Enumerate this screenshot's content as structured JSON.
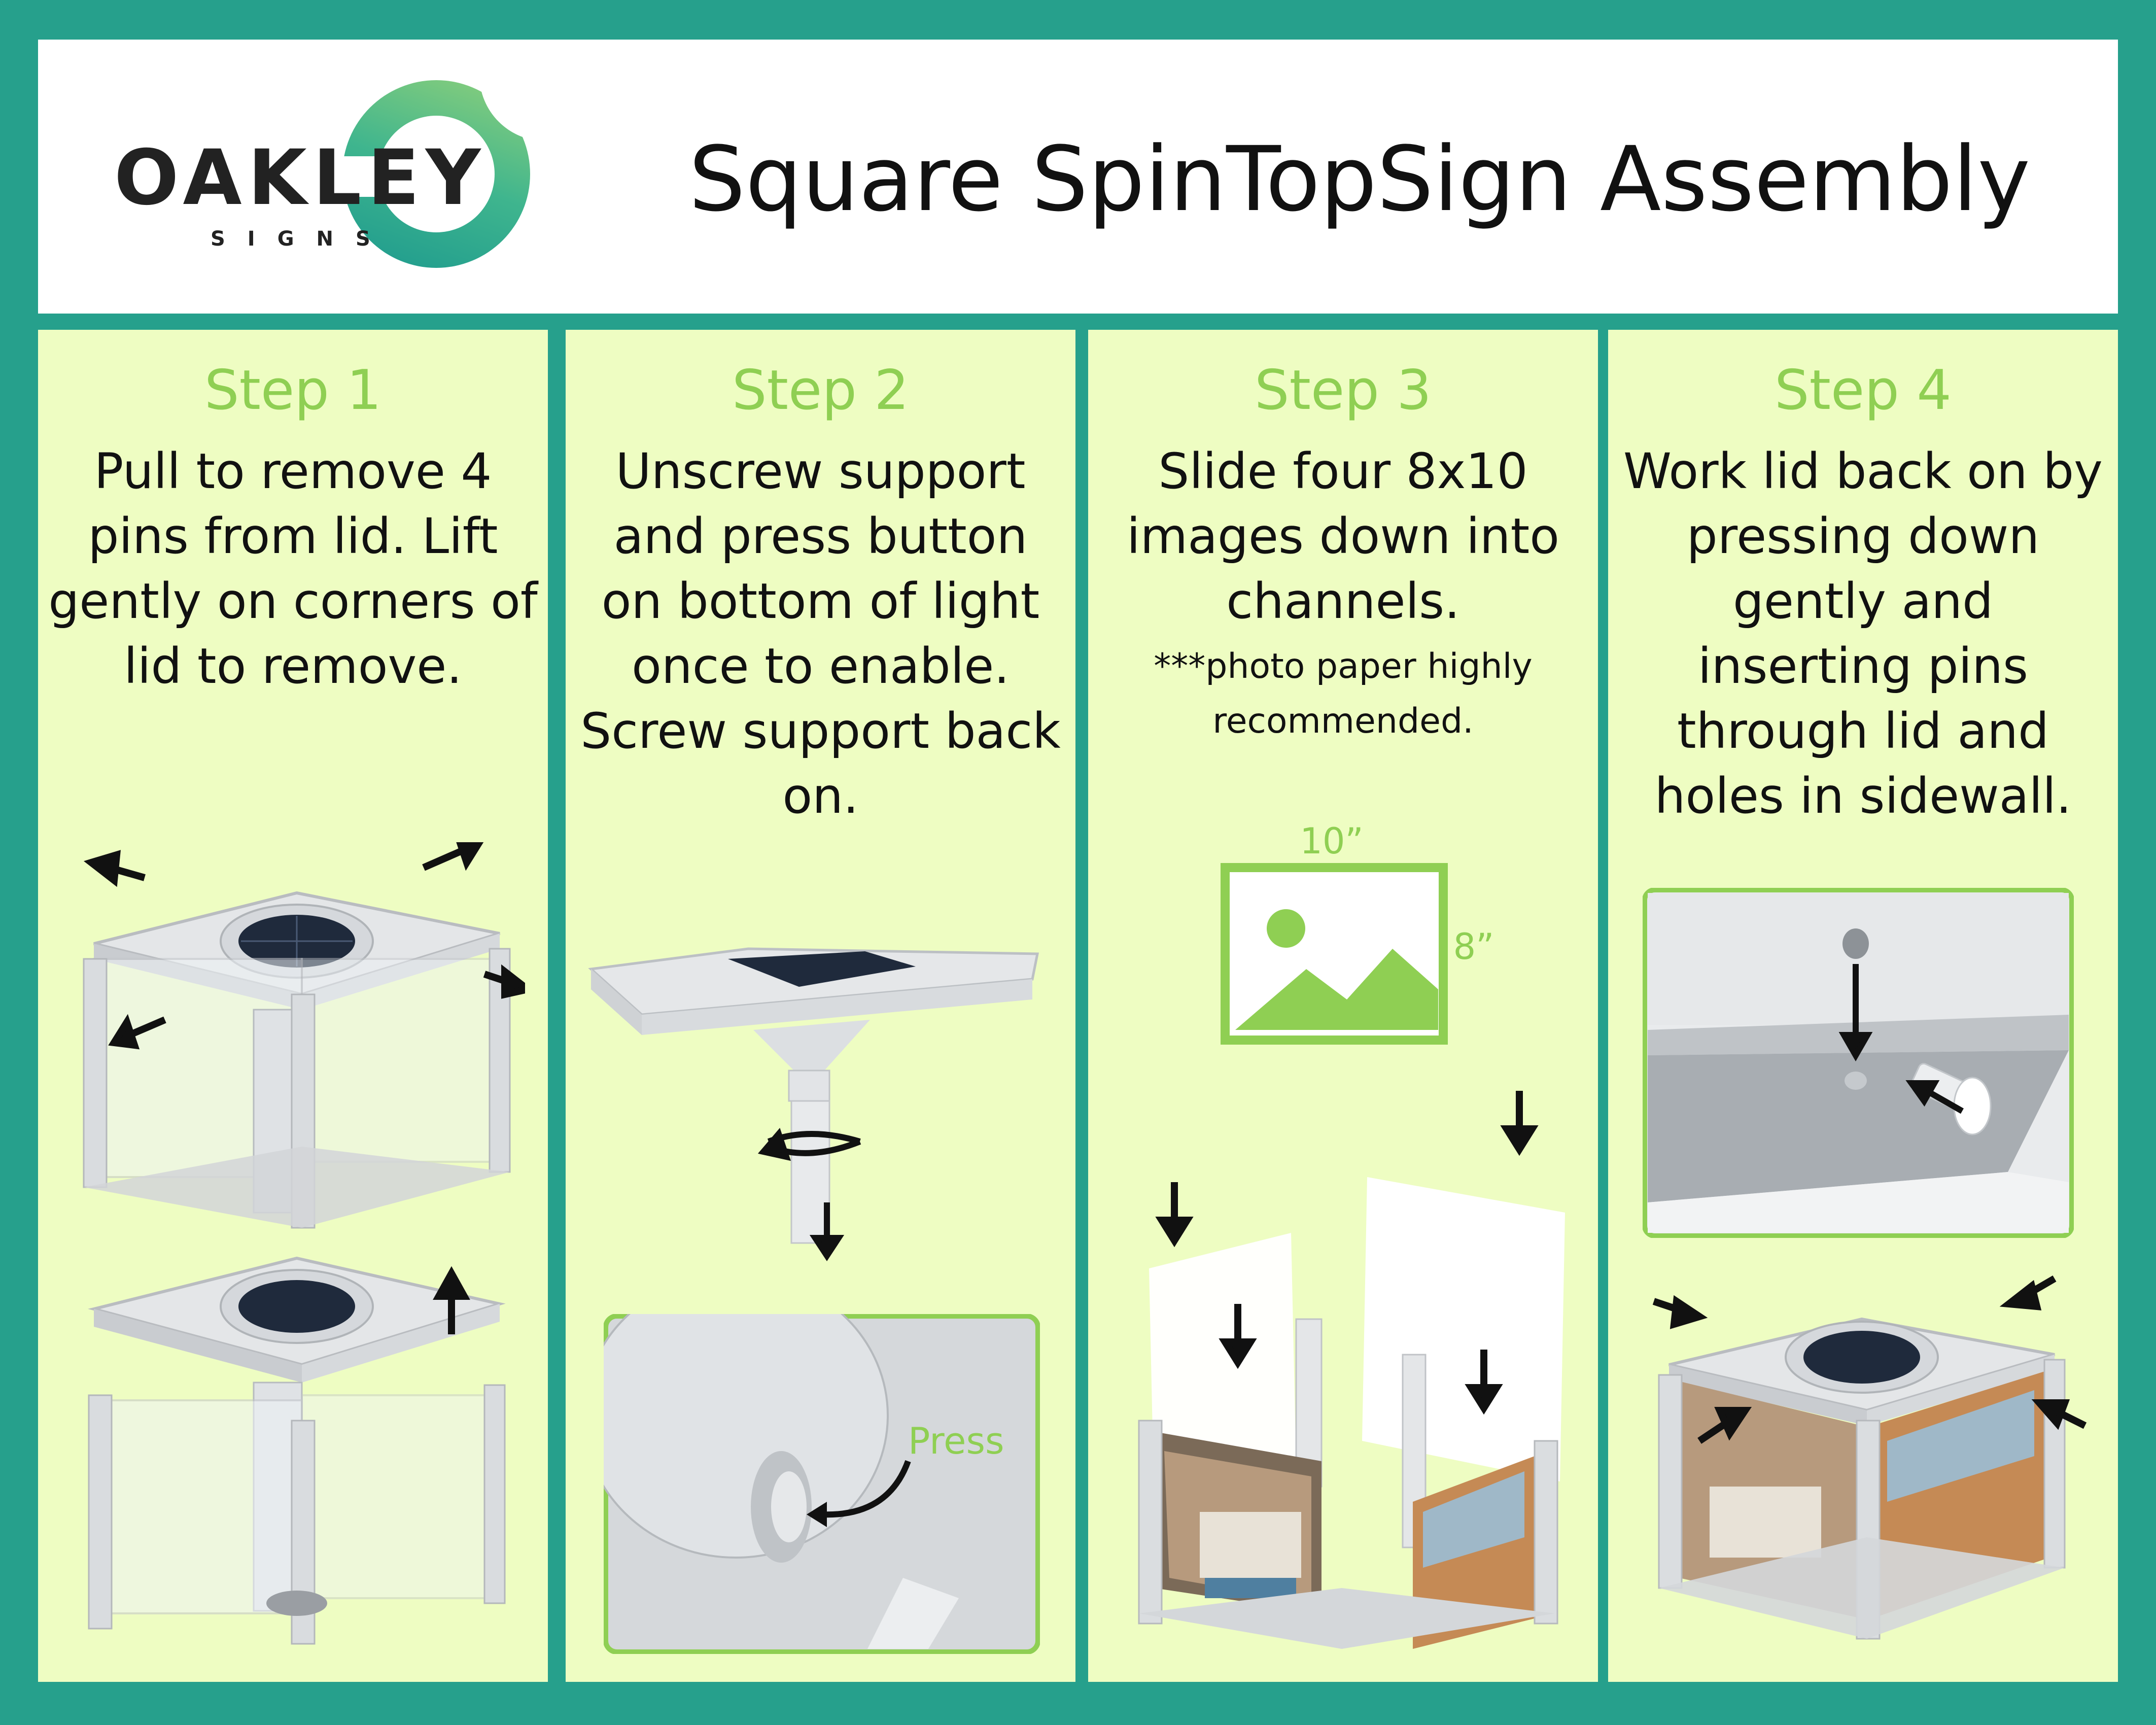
{
  "brand": {
    "name": "OAKLEY",
    "sub": "SIGNS"
  },
  "title": "Square SpinTopSign Assembly",
  "colors": {
    "background": "#26a08c",
    "panel": "#eefdc2",
    "accent": "#8fcf53",
    "text": "#111111"
  },
  "steps": [
    {
      "title": "Step 1",
      "text": "Pull to remove 4 pins from lid. Lift gently on corners of lid to remove."
    },
    {
      "title": "Step 2",
      "text": "Unscrew support and press button on bottom of light once to enable. Screw support back on."
    },
    {
      "title": "Step 3",
      "text": "Slide four 8x10 images down into channels.",
      "note": "***photo paper highly recommended."
    },
    {
      "title": "Step 4",
      "text": "Work lid back on by pressing down gently and inserting pins through lid and holes in sidewall."
    }
  ],
  "labels": {
    "press": "Press",
    "width": "10”",
    "height": "8”"
  },
  "icons": [
    "arrow-icon",
    "rotate-arrow-icon",
    "image-icon",
    "solar-panel-icon"
  ]
}
